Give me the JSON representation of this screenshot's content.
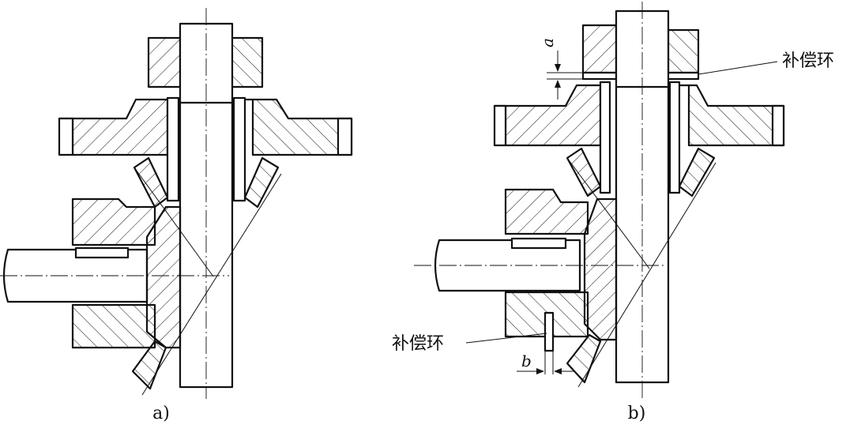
{
  "figure_a": {
    "caption": "a)"
  },
  "figure_b": {
    "caption": "b)",
    "callout_top": "补偿环",
    "callout_bottom": "补偿环",
    "dim_a": "a",
    "dim_b": "b"
  }
}
